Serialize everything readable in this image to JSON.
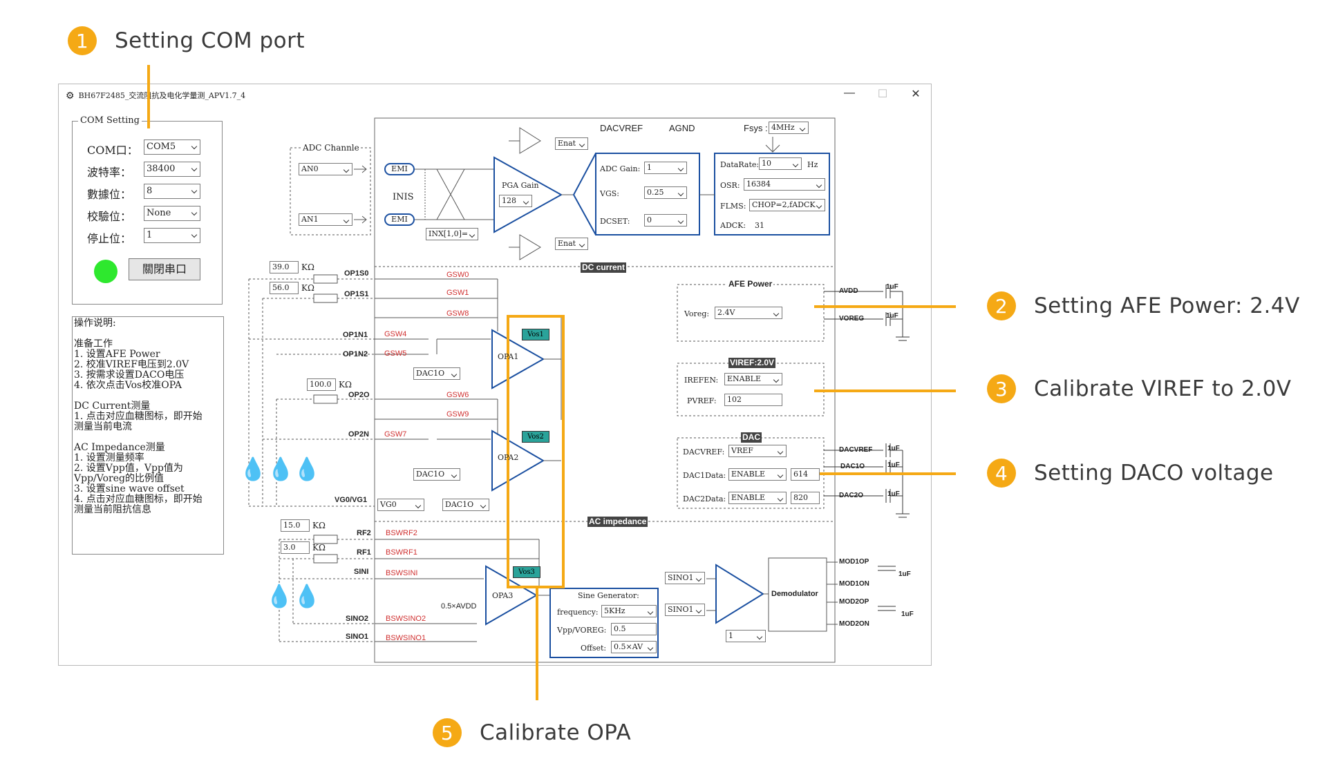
{
  "callouts": [
    {
      "num": "1",
      "text": "Setting COM port"
    },
    {
      "num": "2",
      "text": "Setting AFE Power: 2.4V"
    },
    {
      "num": "3",
      "text": "Calibrate VIREF to 2.0V"
    },
    {
      "num": "4",
      "text": "Setting DACO voltage"
    },
    {
      "num": "5",
      "text": "Calibrate OPA"
    }
  ],
  "window": {
    "title": "BH67F2485_交流阻抗及电化学量测_APV1.7_4",
    "minimize": "—",
    "maximize": "☐",
    "close": "✕"
  },
  "com_setting": {
    "title": "COM Setting",
    "com_label": "COM口：",
    "com_value": "COM5",
    "baud_label": "波特率：",
    "baud_value": "38400",
    "data_label": "數據位：",
    "data_value": "8",
    "parity_label": "校驗位：",
    "parity_value": "None",
    "stop_label": "停止位：",
    "stop_value": "1",
    "status_color": "#2ee82e",
    "close_port_button": "關閉串口"
  },
  "instructions": "操作说明:\n\n准备工作\n1. 设置AFE Power\n2. 校准VIREF电压到2.0V\n3. 按需求设置DACO电压\n4. 依次点击Vos校准OPA\n\nDC Current测量\n1. 点击对应血糖图标，即开始\n测量当前电流\n\nAC Impedance测量\n1. 设置测量频率\n2. 设置Vpp值，Vpp值为\nVpp/Voreg的比例值\n3. 设置sine wave offset\n4. 点击对应血糖图标，即开始\n测量当前阻抗信息",
  "adc": {
    "channel_title": "ADC Channle",
    "an0": "AN0",
    "an1": "AN1",
    "emi": "EMI",
    "inis": "INIS",
    "inx": "INX[1,0]=",
    "pga_gain_label": "PGA Gain",
    "pga_gain_value": "128",
    "enat": "Enat",
    "dacvref": "DACVREF",
    "agnd": "AGND",
    "fsys_label": "Fsys :",
    "fsys_value": "4MHz",
    "adc_gain_label": "ADC Gain:",
    "adc_gain_value": "1",
    "vgs_label": "VGS:",
    "vgs_value": "0.25",
    "dcset_label": "DCSET:",
    "dcset_value": "0",
    "datarate_label": "DataRate:",
    "datarate_value": "10",
    "datarate_unit": "Hz",
    "osr_label": "OSR:",
    "osr_value": "16384",
    "flms_label": "FLMS:",
    "flms_value": "CHOP=2,fADCK",
    "adck_label": "ADCK:",
    "adck_value": "31"
  },
  "dc": {
    "header": "DC current",
    "r1": "39.0",
    "r2": "56.0",
    "r3": "100.0",
    "kohm": "KΩ",
    "op1s0": "OP1S0",
    "op1s1": "OP1S1",
    "op1n1": "OP1N1",
    "op1n2": "OP1N2",
    "op2o": "OP2O",
    "op2n": "OP2N",
    "vg0vg1": "VG0/VG1",
    "gsw0": "GSW0",
    "gsw1": "GSW1",
    "gsw8": "GSW8",
    "gsw4": "GSW4",
    "gsw5": "GSW5",
    "gsw6": "GSW6",
    "gsw9": "GSW9",
    "gsw7": "GSW7",
    "dac10_a": "DAC1O",
    "dac10_b": "DAC1O",
    "vg0": "VG0",
    "dac10_c": "DAC1O",
    "opa1": "OPA1",
    "opa2": "OPA2",
    "vos1": "Vos1",
    "vos2": "Vos2"
  },
  "afe": {
    "title": "AFE Power",
    "voreg_label": "Voreg:",
    "voreg_value": "2.4V",
    "avdd": "AVDD",
    "voreg": "VOREG",
    "cap": "1uF"
  },
  "viref": {
    "title": "VIREF:2.0V",
    "irefen_label": "IREFEN:",
    "irefen_value": "ENABLE",
    "pvref_label": "PVREF:",
    "pvref_value": "102"
  },
  "dac": {
    "title": "DAC",
    "dacvref_label": "DACVREF:",
    "dacvref_value": "VREF",
    "dac1_label": "DAC1Data:",
    "dac1_enable": "ENABLE",
    "dac1_value": "614",
    "dac2_label": "DAC2Data:",
    "dac2_enable": "ENABLE",
    "dac2_value": "820",
    "out_dacvref": "DACVREF",
    "out_dac1o": "DAC1O",
    "out_dac2o": "DAC2O",
    "cap": "1uF"
  },
  "ac": {
    "header": "AC impedance",
    "r1": "15.0",
    "r2": "3.0",
    "kohm": "KΩ",
    "rf2": "RF2",
    "rf1": "RF1",
    "sini": "SINI",
    "sino2": "SINO2",
    "sino1": "SINO1",
    "bswrf2": "BSWRF2",
    "bswrf1": "BSWRF1",
    "bswsini": "BSWSINI",
    "bswsino2": "BSWSINO2",
    "bswsino1": "BSWSINO1",
    "opa3": "OPA3",
    "vos3": "Vos3",
    "half_avdd": "0.5×AVDD",
    "sine_title": "Sine Generator:",
    "freq_label": "frequency:",
    "freq_value": "5KHz",
    "vpp_label": "Vpp/VOREG:",
    "vpp_value": "0.5",
    "offset_label": "Offset:",
    "offset_value": "0.5×AV",
    "sino1_a": "SINO1",
    "sino1_b": "SINO1",
    "demod": "Demodulator",
    "demod_sel": "1",
    "mod1op": "MOD1OP",
    "mod1on": "MOD1ON",
    "mod2op": "MOD2OP",
    "mod2on": "MOD2ON",
    "cap": "1uF"
  }
}
